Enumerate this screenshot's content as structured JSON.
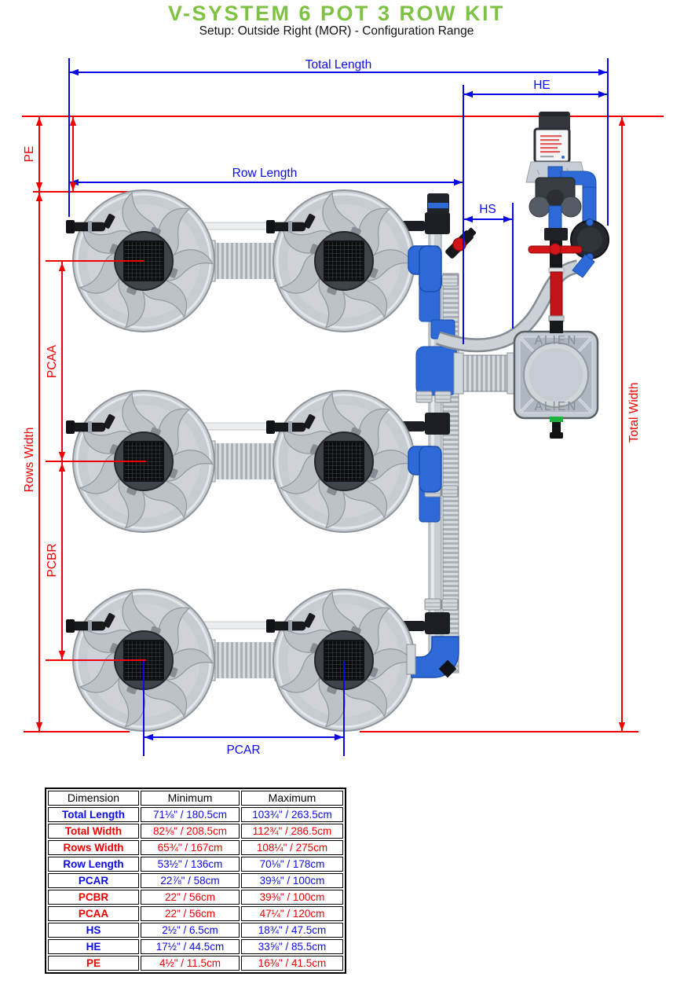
{
  "page": {
    "title": "V-SYSTEM 6 POT 3 ROW KIT",
    "subtitle": "Setup: Outside Right (MOR) - Configuration Range"
  },
  "colors": {
    "title_green": "#7DC242",
    "dim_blue": "#0A0AE6",
    "dim_red": "#EE0000",
    "pipe_blue": "#2D6AD7",
    "pipe_red": "#C51419"
  },
  "diagram": {
    "labels": {
      "total_length": "Total Length",
      "he": "HE",
      "pe": "PE",
      "row_length": "Row Length",
      "hs": "HS",
      "pcaa": "PCAA",
      "pcbr": "PCBR",
      "rows_width": "Rows Width",
      "pcar": "PCAR",
      "total_width": "Total Width"
    },
    "tank_brand": "ALIEN"
  },
  "table": {
    "headers": [
      "Dimension",
      "Minimum",
      "Maximum"
    ],
    "rows": [
      {
        "label": "Total Length",
        "min": "71⅛\" / 180.5cm",
        "max": "103¾\" / 263.5cm",
        "color": "blue"
      },
      {
        "label": "Total Width",
        "min": "82⅛\" / 208.5cm",
        "max": "112¾\" / 286.5cm",
        "color": "red"
      },
      {
        "label": "Rows Width",
        "min": "65¾\" / 167cm",
        "max": "108¼\" / 275cm",
        "color": "red"
      },
      {
        "label": "Row Length",
        "min": "53½\" / 136cm",
        "max": "70⅛\" / 178cm",
        "color": "blue"
      },
      {
        "label": "PCAR",
        "min": "22⅞\" / 58cm",
        "max": "39⅜\" / 100cm",
        "color": "blue"
      },
      {
        "label": "PCBR",
        "min": "22\" / 56cm",
        "max": "39⅜\" / 100cm",
        "color": "red"
      },
      {
        "label": "PCAA",
        "min": "22\" / 56cm",
        "max": "47¼\" / 120cm",
        "color": "red"
      },
      {
        "label": "HS",
        "min": "2½\" / 6.5cm",
        "max": "18¾\" / 47.5cm",
        "color": "blue"
      },
      {
        "label": "HE",
        "min": "17½\" / 44.5cm",
        "max": "33⅝\" / 85.5cm",
        "color": "blue"
      },
      {
        "label": "PE",
        "min": "4½\" / 11.5cm",
        "max": "16⅜\" / 41.5cm",
        "color": "red"
      }
    ]
  }
}
